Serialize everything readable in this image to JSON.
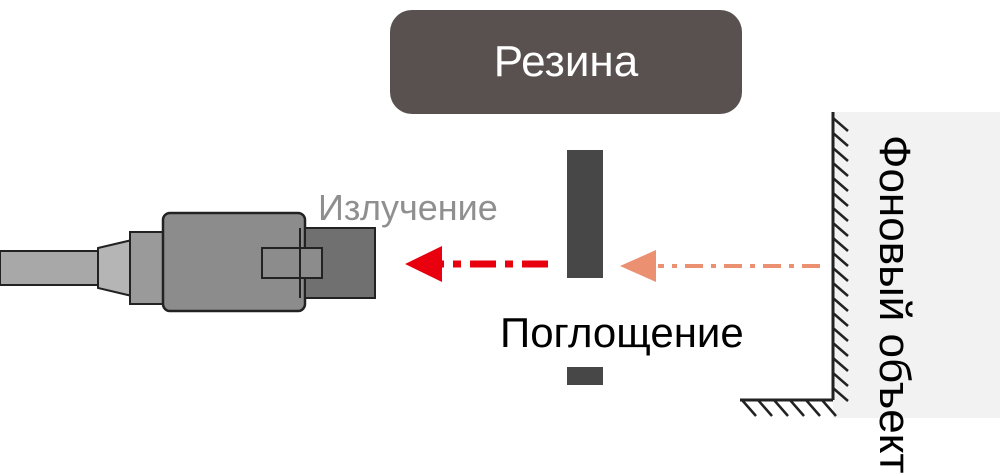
{
  "material_label": "Резина",
  "emission_label": "Излучение",
  "absorption_label": "Поглощение",
  "background_object_label": "Фоновый объект",
  "colors": {
    "label_box": "#59514f",
    "sensor_body": "#8c8c8c",
    "sensor_dark": "#666666",
    "cable": "#a8a8a8",
    "target_bar": "#474747",
    "emitted_arrow": "#e8000f",
    "incoming_arrow": "#eb9070",
    "outline": "#222222",
    "background_wall": "#f2f2f2"
  }
}
